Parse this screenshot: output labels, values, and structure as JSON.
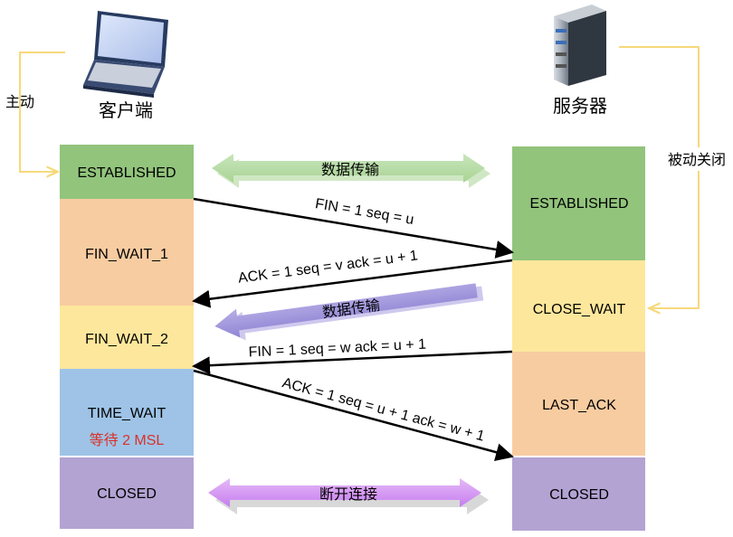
{
  "actors": {
    "client": {
      "label": "客户端",
      "icon": "laptop-icon"
    },
    "server": {
      "label": "服务器",
      "icon": "server-icon"
    }
  },
  "roles": {
    "active": "主动",
    "passive": "被动关闭"
  },
  "client_states": {
    "established": "ESTABLISHED",
    "fin_wait_1": "FIN_WAIT_1",
    "fin_wait_2": "FIN_WAIT_2",
    "time_wait": "TIME_WAIT",
    "time_wait_note": "等待 2 MSL",
    "closed": "CLOSED"
  },
  "server_states": {
    "established": "ESTABLISHED",
    "close_wait": "CLOSE_WAIT",
    "last_ack": "LAST_ACK",
    "closed": "CLOSED"
  },
  "messages": {
    "fin1": "FIN = 1 seq = u",
    "ack1": "ACK = 1 seq = v ack = u + 1",
    "fin2": "FIN = 1 seq = w ack = u + 1",
    "ack2": "ACK = 1 seq = u + 1 ack = w + 1"
  },
  "data_arrows": {
    "bidirectional": "数据传输",
    "server_to_client": "数据传输",
    "closed": "断开连接"
  },
  "colors": {
    "established": "#92c47c",
    "fin_wait": "#f8cca1",
    "fin_wait_2": "#fde79c",
    "time_wait": "#9ec3e6",
    "closed": "#b3a3d3",
    "close_wait": "#fde79c",
    "last_ack": "#f8cca1",
    "connector": "#f6d97b",
    "note_red": "#d9322b"
  }
}
